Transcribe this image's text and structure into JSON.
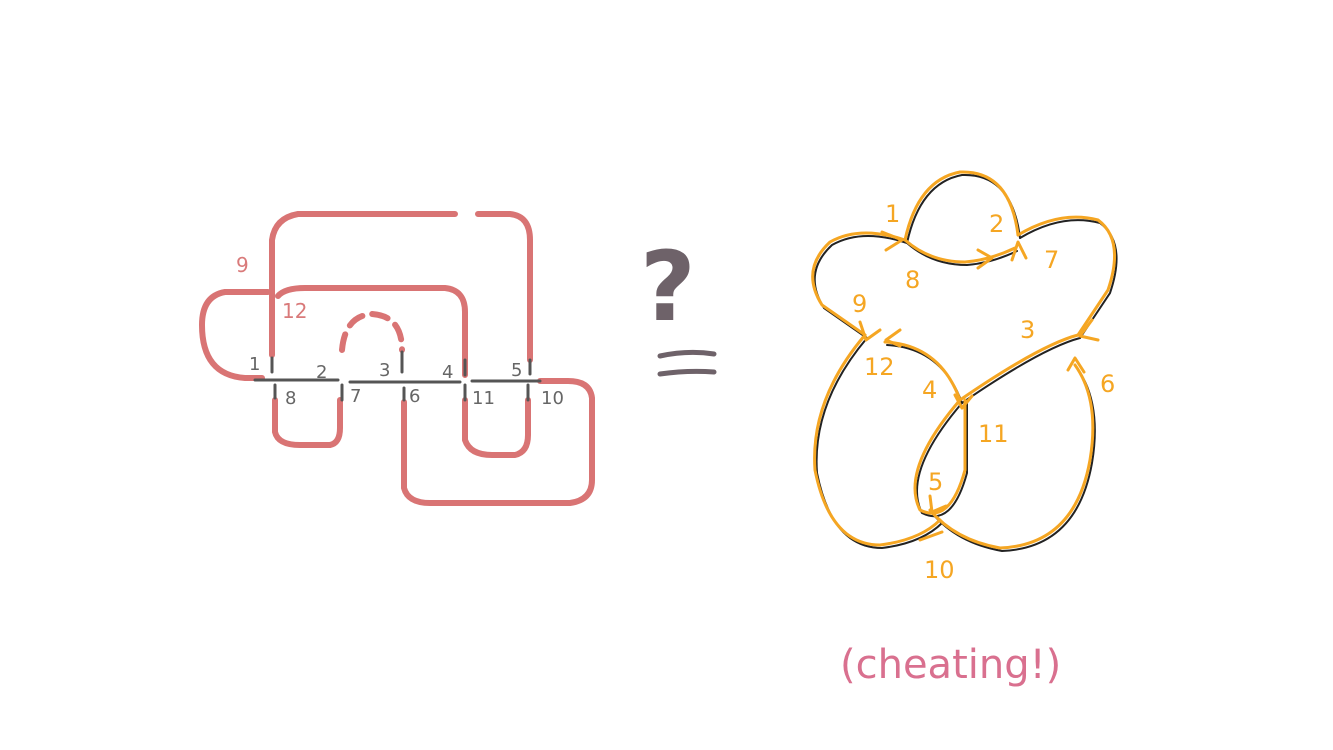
{
  "left_diagram": {
    "strand_color": "#d97474",
    "crossing_color": "#555555",
    "labels_top": [
      "1",
      "2",
      "3",
      "4",
      "5"
    ],
    "labels_bottom": [
      "8",
      "7",
      "6",
      "11",
      "10"
    ],
    "label_9": "9",
    "label_12": "12"
  },
  "middle": {
    "question": "?",
    "equals": "="
  },
  "right_diagram": {
    "strand_color": "#f5a623",
    "shadow_color": "#222222",
    "labels": [
      "1",
      "2",
      "7",
      "8",
      "9",
      "3",
      "12",
      "4",
      "6",
      "11",
      "5",
      "10"
    ]
  },
  "caption": "(cheating!)"
}
